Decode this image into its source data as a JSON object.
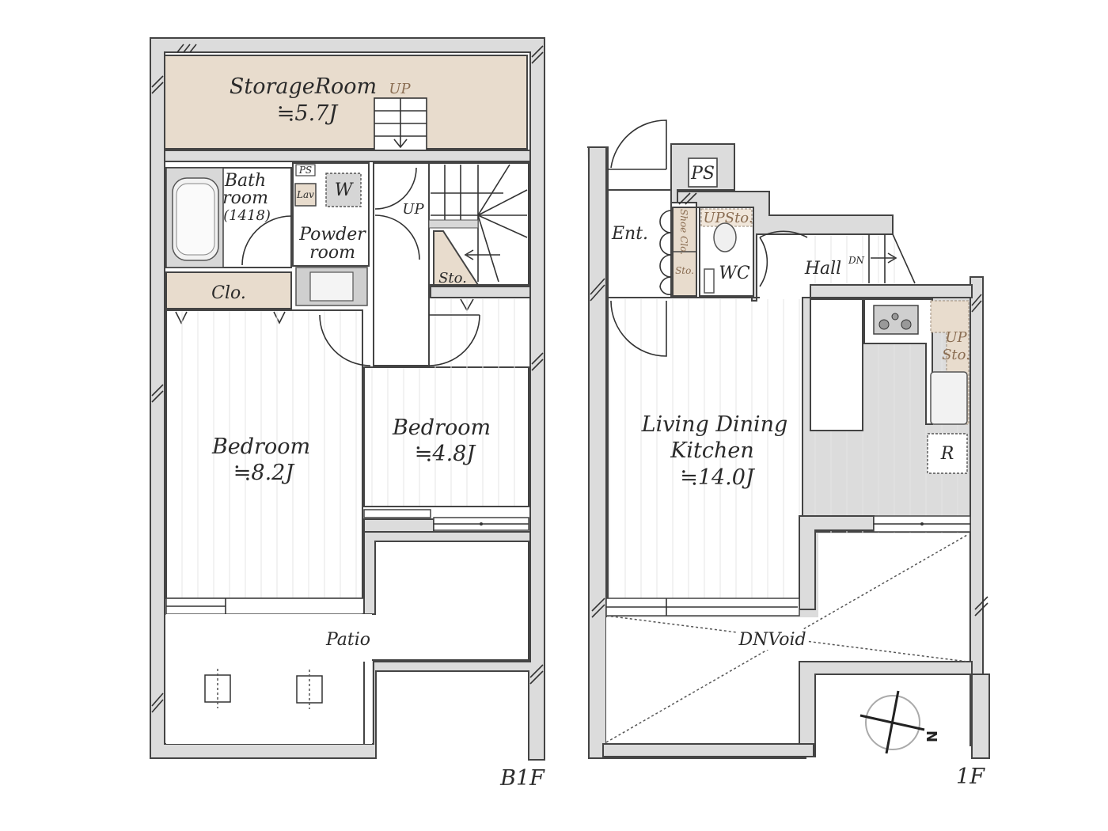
{
  "plan": {
    "floors": [
      {
        "id": "b1f",
        "label": "B1F",
        "rooms": {
          "storage_room": {
            "name": "StorageRoom",
            "area": "≒5.7J",
            "stair_note": "UP"
          },
          "bathroom": {
            "name_line1": "Bath",
            "name_line2": "room",
            "name_line3": "(1418)"
          },
          "ps": "PS",
          "lav": "Lav",
          "washer": "W",
          "powder_room": {
            "name_line1": "Powder",
            "name_line2": "room"
          },
          "closet": "Clo.",
          "stair_up": "UP",
          "storage": "Sto.",
          "bedroom_main": {
            "name": "Bedroom",
            "area": "≒8.2J"
          },
          "bedroom_small": {
            "name": "Bedroom",
            "area": "≒4.8J"
          },
          "patio": "Patio"
        }
      },
      {
        "id": "1f",
        "label": "1F",
        "rooms": {
          "entrance": "Ent.",
          "ps": "PS",
          "shoe_closet": "Shoe Clo.",
          "storage_small": "Sto.",
          "upper_storage": "UPSto.",
          "wc": "WC",
          "hall": "Hall",
          "hall_stair": "DN",
          "kitchen_storage": {
            "line1": "UP",
            "line2": "Sto."
          },
          "refrigerator": "R",
          "ldk": {
            "name_line1": "Living Dining",
            "name_line2": "Kitchen",
            "area": "≒14.0J"
          },
          "void": "DNVoid"
        }
      }
    ],
    "compass": {
      "north_label": "N"
    },
    "colors": {
      "wall_fill": "#dcdcdc",
      "storage_fill": "#e8dccd",
      "line": "#444444",
      "floor_lines": "#e2e2e2"
    }
  }
}
